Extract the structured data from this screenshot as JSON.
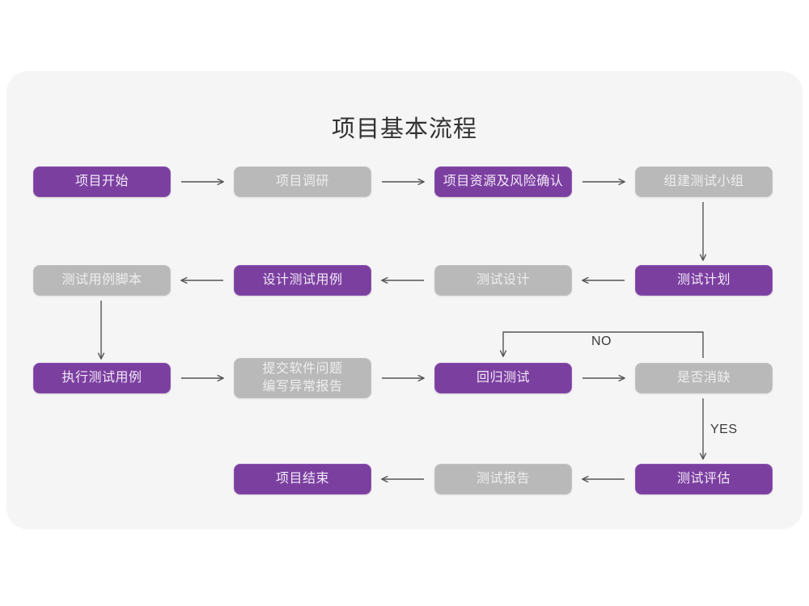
{
  "diagram": {
    "title": "项目基本流程",
    "colors": {
      "page_background": "#ffffff",
      "card_background": "#f5f5f5",
      "accent_purple": "#7b3fa0",
      "muted_gray": "#b9b9b9",
      "connector": "#555555",
      "title_text": "#333333"
    },
    "nodes": [
      {
        "id": "n1",
        "label": "项目开始",
        "style": "purple",
        "row": 1
      },
      {
        "id": "n2",
        "label": "项目调研",
        "style": "gray",
        "row": 1
      },
      {
        "id": "n3",
        "label": "项目资源及风险确认",
        "style": "purple",
        "row": 1
      },
      {
        "id": "n4",
        "label": "组建测试小组",
        "style": "gray",
        "row": 1
      },
      {
        "id": "n5",
        "label": "测试用例脚本",
        "style": "gray",
        "row": 2
      },
      {
        "id": "n6",
        "label": "设计测试用例",
        "style": "purple",
        "row": 2
      },
      {
        "id": "n7",
        "label": "测试设计",
        "style": "gray",
        "row": 2
      },
      {
        "id": "n8",
        "label": "测试计划",
        "style": "purple",
        "row": 2
      },
      {
        "id": "n9",
        "label": "执行测试用例",
        "style": "purple",
        "row": 3
      },
      {
        "id": "n10",
        "label": "提交软件问题\n编写异常报告",
        "style": "gray",
        "row": 3
      },
      {
        "id": "n11",
        "label": "回归测试",
        "style": "purple",
        "row": 3
      },
      {
        "id": "n12",
        "label": "是否消缺",
        "style": "gray",
        "row": 3
      },
      {
        "id": "n13",
        "label": "项目结束",
        "style": "purple",
        "row": 4
      },
      {
        "id": "n14",
        "label": "测试报告",
        "style": "gray",
        "row": 4
      },
      {
        "id": "n15",
        "label": "测试评估",
        "style": "purple",
        "row": 4
      }
    ],
    "edge_labels": {
      "no": "NO",
      "yes": "YES"
    },
    "edges": [
      {
        "from": "n1",
        "to": "n2",
        "direction": "right"
      },
      {
        "from": "n2",
        "to": "n3",
        "direction": "right"
      },
      {
        "from": "n3",
        "to": "n4",
        "direction": "right"
      },
      {
        "from": "n4",
        "to": "n8",
        "direction": "down"
      },
      {
        "from": "n8",
        "to": "n7",
        "direction": "left"
      },
      {
        "from": "n7",
        "to": "n6",
        "direction": "left"
      },
      {
        "from": "n6",
        "to": "n5",
        "direction": "left"
      },
      {
        "from": "n5",
        "to": "n9",
        "direction": "down"
      },
      {
        "from": "n9",
        "to": "n10",
        "direction": "right"
      },
      {
        "from": "n10",
        "to": "n11",
        "direction": "right"
      },
      {
        "from": "n11",
        "to": "n12",
        "direction": "right"
      },
      {
        "from": "n12",
        "to": "n11",
        "direction": "loop-up-left",
        "label": "NO"
      },
      {
        "from": "n12",
        "to": "n15",
        "direction": "down",
        "label": "YES"
      },
      {
        "from": "n15",
        "to": "n14",
        "direction": "left"
      },
      {
        "from": "n14",
        "to": "n13",
        "direction": "left"
      }
    ]
  }
}
